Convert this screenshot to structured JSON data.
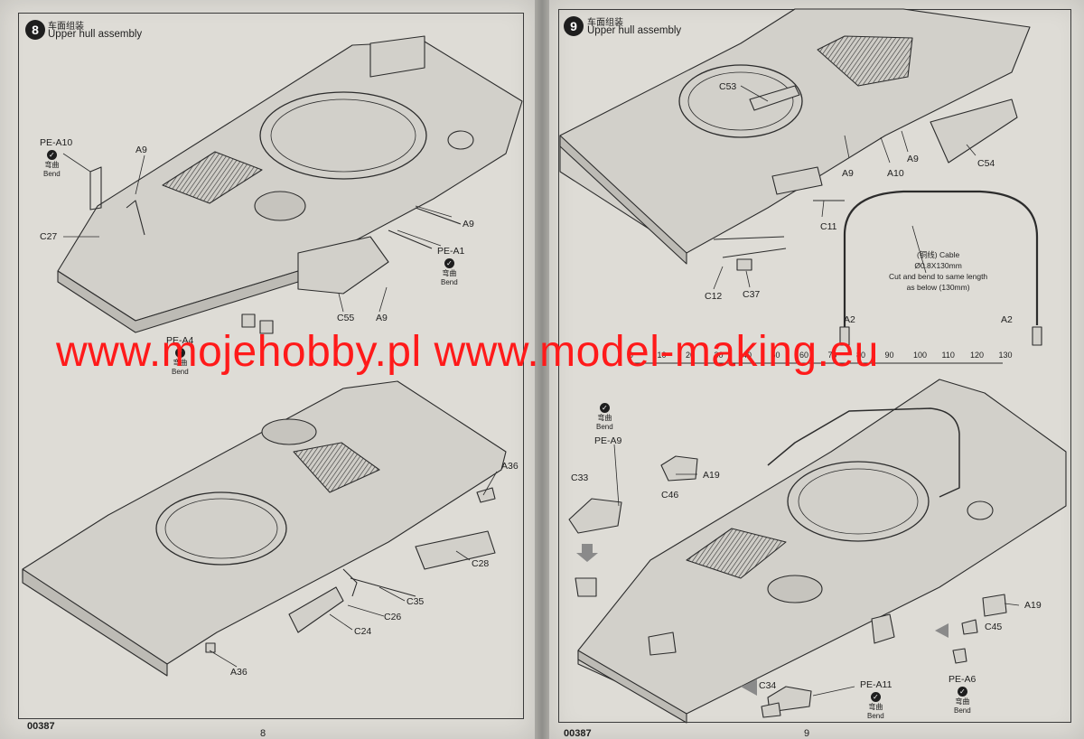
{
  "left_page": {
    "step_number": "8",
    "step_title_cn": "车面组装",
    "step_title_en": "Upper hull assembly",
    "labels": {
      "pe_a10": "PE-A10",
      "a9_top": "A9",
      "c27": "C27",
      "a9_right": "A9",
      "pe_a1": "PE-A1",
      "c55": "C55",
      "a9_bottom": "A9",
      "pe_a4": "PE-A4",
      "a36_right": "A36",
      "c28": "C28",
      "c35": "C35",
      "c26": "C26",
      "c24": "C24",
      "a36_bottom": "A36"
    },
    "bend_cn": "弯曲",
    "bend_en": "Bend",
    "footer_code": "00387",
    "page_number": "8"
  },
  "right_page": {
    "step_number": "9",
    "step_title_cn": "车面组装",
    "step_title_en": "Upper hull assembly",
    "labels": {
      "c53": "C53",
      "a9_1": "A9",
      "a10": "A10",
      "a9_2": "A9",
      "c54": "C54",
      "c11": "C11",
      "c12": "C12",
      "c37": "C37",
      "a2_left": "A2",
      "a2_right": "A2",
      "pe_a9": "PE-A9",
      "c33": "C33",
      "c46": "C46",
      "a19_top": "A19",
      "a19_right": "A19",
      "c45": "C45",
      "pe_a6": "PE-A6",
      "c34": "C34",
      "pe_a11": "PE-A11"
    },
    "cable_note": {
      "line1": "(铜线) Cable",
      "line2": "Ø0.8X130mm",
      "line3": "Cut and bend to same length",
      "line4": "as below (130mm)"
    },
    "ruler_ticks": [
      "0",
      "10",
      "20",
      "30",
      "40",
      "50",
      "60",
      "70",
      "80",
      "90",
      "100",
      "110",
      "120",
      "130"
    ],
    "bend_cn": "弯曲",
    "bend_en": "Bend",
    "footer_code": "00387",
    "page_number": "9"
  },
  "watermark": "www.mojehobby.pl www.model-making.eu"
}
